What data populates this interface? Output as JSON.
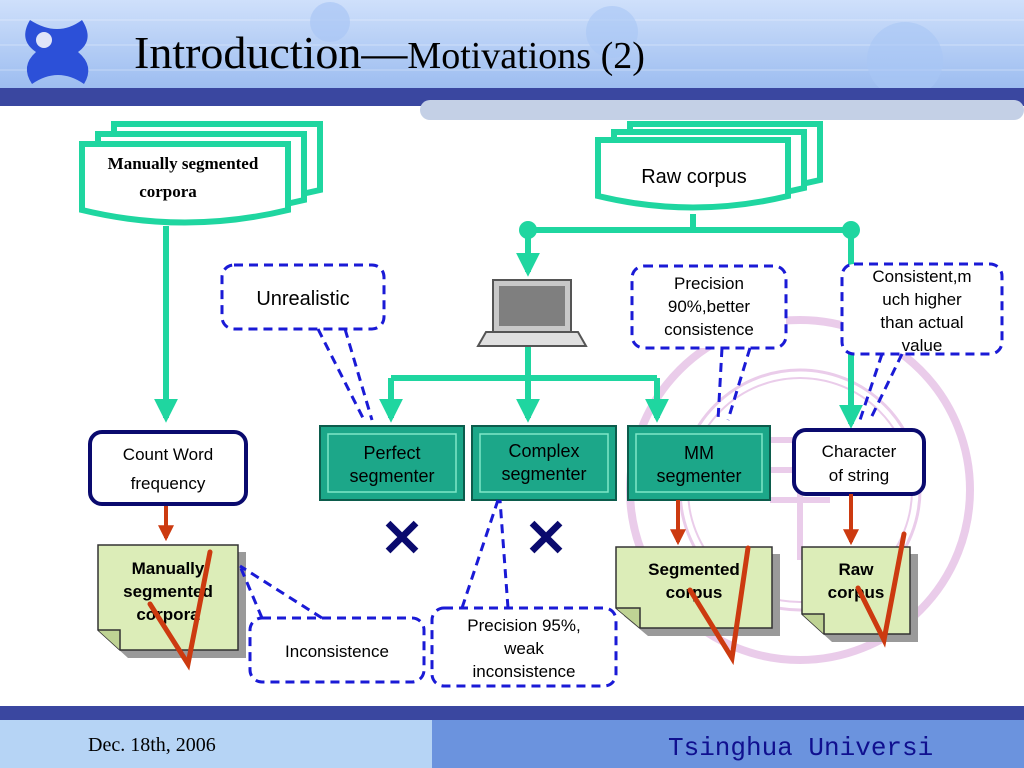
{
  "slide": {
    "title_main": "Introduction",
    "title_dash": "—",
    "title_sub": "Motivations (2)",
    "footer_date": "Dec. 18th, 2006",
    "footer_org": "Tsinghua Universi"
  },
  "sources": {
    "manual": [
      "Manually segmented",
      "corpora"
    ],
    "raw": "Raw corpus"
  },
  "segmenters": {
    "perfect": [
      "Perfect",
      "segmenter"
    ],
    "complex": [
      "Complex",
      "segmenter"
    ],
    "mm": [
      "MM",
      "segmenter"
    ]
  },
  "process_boxes": {
    "count": [
      "Count Word",
      "frequency"
    ],
    "character": [
      "Character",
      "of string"
    ]
  },
  "outputs": {
    "manual": [
      "Manually",
      "segmented",
      "corpora"
    ],
    "segmented": [
      "Segmented",
      "corpus"
    ],
    "raw": [
      "Raw",
      "corpus"
    ]
  },
  "callouts": {
    "unrealistic": "Unrealistic",
    "precision90": [
      "Precision",
      "90%,better",
      "consistence"
    ],
    "consistent": [
      "Consistent,m",
      "uch higher",
      "than actual",
      "value"
    ],
    "inconsistence": "Inconsistence",
    "precision95": [
      "Precision 95%,",
      "weak",
      "inconsistence"
    ]
  },
  "marks": {
    "cross": "✕",
    "check": "√"
  },
  "colors": {
    "teal": "#1fd6a0",
    "segmenter_fill": "#1ca789",
    "dark_blue": "#0a0a6e",
    "dashed_blue": "#1a1ad6",
    "red": "#cc3a10",
    "output_fill": "#dcedb8",
    "header_band": "#3a47a0",
    "footer_left": "#b6d4f5",
    "footer_right": "#6b93de",
    "footer_org_text": "#10108f"
  }
}
